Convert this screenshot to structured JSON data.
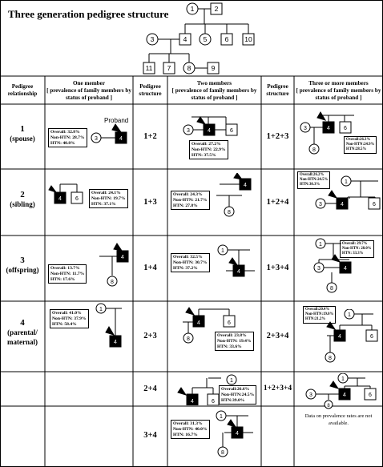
{
  "title": "Three generation pedigree structure",
  "headers": {
    "pedigree_relationship": "Pedigree relationship",
    "one_member_title": "One member",
    "one_member_sub": "[ prevalence of family members by status of proband ]",
    "pedigree_structure": "Pedigree structure",
    "two_members_title": "Two members",
    "two_members_sub": "[ prevalence of family members by status of proband ]",
    "three_more_title": "Three or more members",
    "three_more_sub": "[ prevalence of family members by status of proband ]"
  },
  "proband_label": "Proband",
  "rows": [
    {
      "num": "1",
      "rel": "(spouse)",
      "one": {
        "overall": "Overall: 32.8%",
        "non": "Non-HTN: 28.7%",
        "htn": "HTN: 40.8%"
      },
      "s2": "1+2",
      "two": {
        "overall": "Overall: 27.2%",
        "non": "Non-HTN: 22.9%",
        "htn": "HTN: 37.5%"
      },
      "s3": "1+2+3",
      "three": {
        "overall": "Overall:26.3%",
        "non": "Non-HTN:24.9%",
        "htn": "HTN:28.5%"
      }
    },
    {
      "num": "2",
      "rel": "(sibling)",
      "one": {
        "overall": "Overall: 24.1%",
        "non": "Non-HTN: 19.7%",
        "htn": "HTN: 37.1%"
      },
      "s2": "1+3",
      "two": {
        "overall": "Overall: 24.3%",
        "non": "Non-HTN: 21.7%",
        "htn": "HTN: 27.8%"
      },
      "s3": "1+2+4",
      "three": {
        "overall": "Overall:26.2%",
        "non": "Non-HTN:24.5%",
        "htn": "HTN:30.3%"
      }
    },
    {
      "num": "3",
      "rel": "(offspring)",
      "one": {
        "overall": "Overall: 13.7%",
        "non": "Non-HTN: 11.7%",
        "htn": "HTN: 17.6%"
      },
      "s2": "1+4",
      "two": {
        "overall": "Overall: 32.5%",
        "non": "Non-HTN: 30.7%",
        "htn": "HTN: 37.2%"
      },
      "s3": "1+3+4",
      "three": {
        "overall": "Overall: 29.7%",
        "non": "Non-HTN: 28.0%",
        "htn": "HTN: 33.3%"
      }
    },
    {
      "num": "4",
      "rel": "(parental/ maternal)",
      "one": {
        "overall": "Overall: 41.0%",
        "non": "Non-HTN: 37.9%",
        "htn": "HTN: 58.4%"
      },
      "s2": "2+3",
      "two": {
        "overall": "Overall: 23.8%",
        "non": "Non-HTN: 19.4%",
        "htn": "HTN: 33.6%"
      },
      "s3": "2+3+4",
      "three": {
        "overall": "Overall:20.4%",
        "non": "Non-HTN:19.0%",
        "htn": "HTN:21.2%"
      }
    },
    {
      "s2": "2+4",
      "two": {
        "overall": "Overall:26.6%",
        "non": "Non-HTN:24.5%",
        "htn": "HTN:39.0%"
      },
      "s3": "1+2+3+4",
      "note": "Data on prevalence rates are not available."
    },
    {
      "s2": "3+4",
      "two": {
        "overall": "Overall: 31.3%",
        "non": "Non-HTN: 40.0%",
        "htn": "HTN: 16.7%"
      }
    }
  ],
  "node_labels": {
    "n1": "1",
    "n2": "2",
    "n3": "3",
    "n4": "4",
    "n5": "5",
    "n6": "6",
    "n7": "7",
    "n8": "8",
    "n9": "9",
    "n10": "10",
    "n11": "11"
  }
}
